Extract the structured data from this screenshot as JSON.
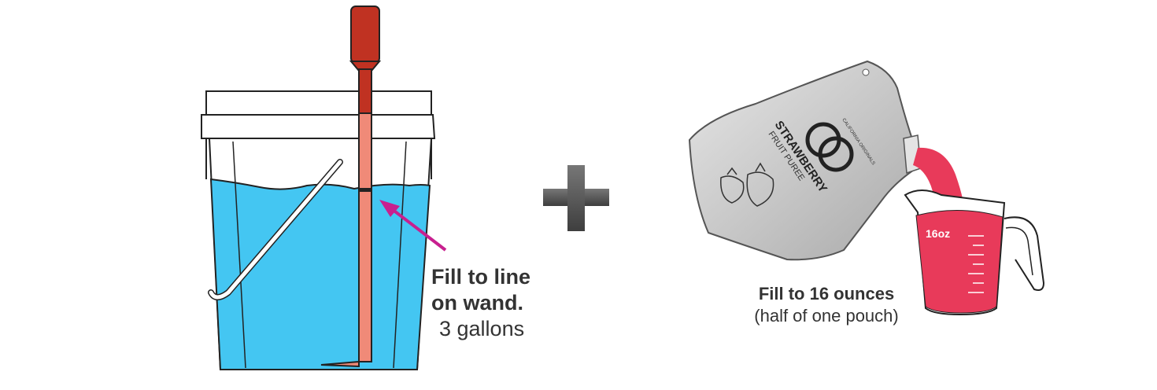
{
  "wand": {
    "instruction_line1": "Fill to line",
    "instruction_line2": "on wand.",
    "volume": "3 gallons"
  },
  "pouch": {
    "brand_line1": "STRAWBERRY",
    "brand_line2": "FRUIT PUREE",
    "maker": "CALIFORNIA ORIGINALS",
    "instruction": "Fill to 16 ounces",
    "note": "(half of one pouch)"
  },
  "cup": {
    "measure_label": "16oz"
  },
  "operator": "+",
  "colors": {
    "water": "#44c6f2",
    "wand": "#c03222",
    "wand_light": "#f08a78",
    "arrow": "#c8208f",
    "puree": "#e83a5a",
    "pouch": "#c9c9c9",
    "plus": "#555555"
  }
}
